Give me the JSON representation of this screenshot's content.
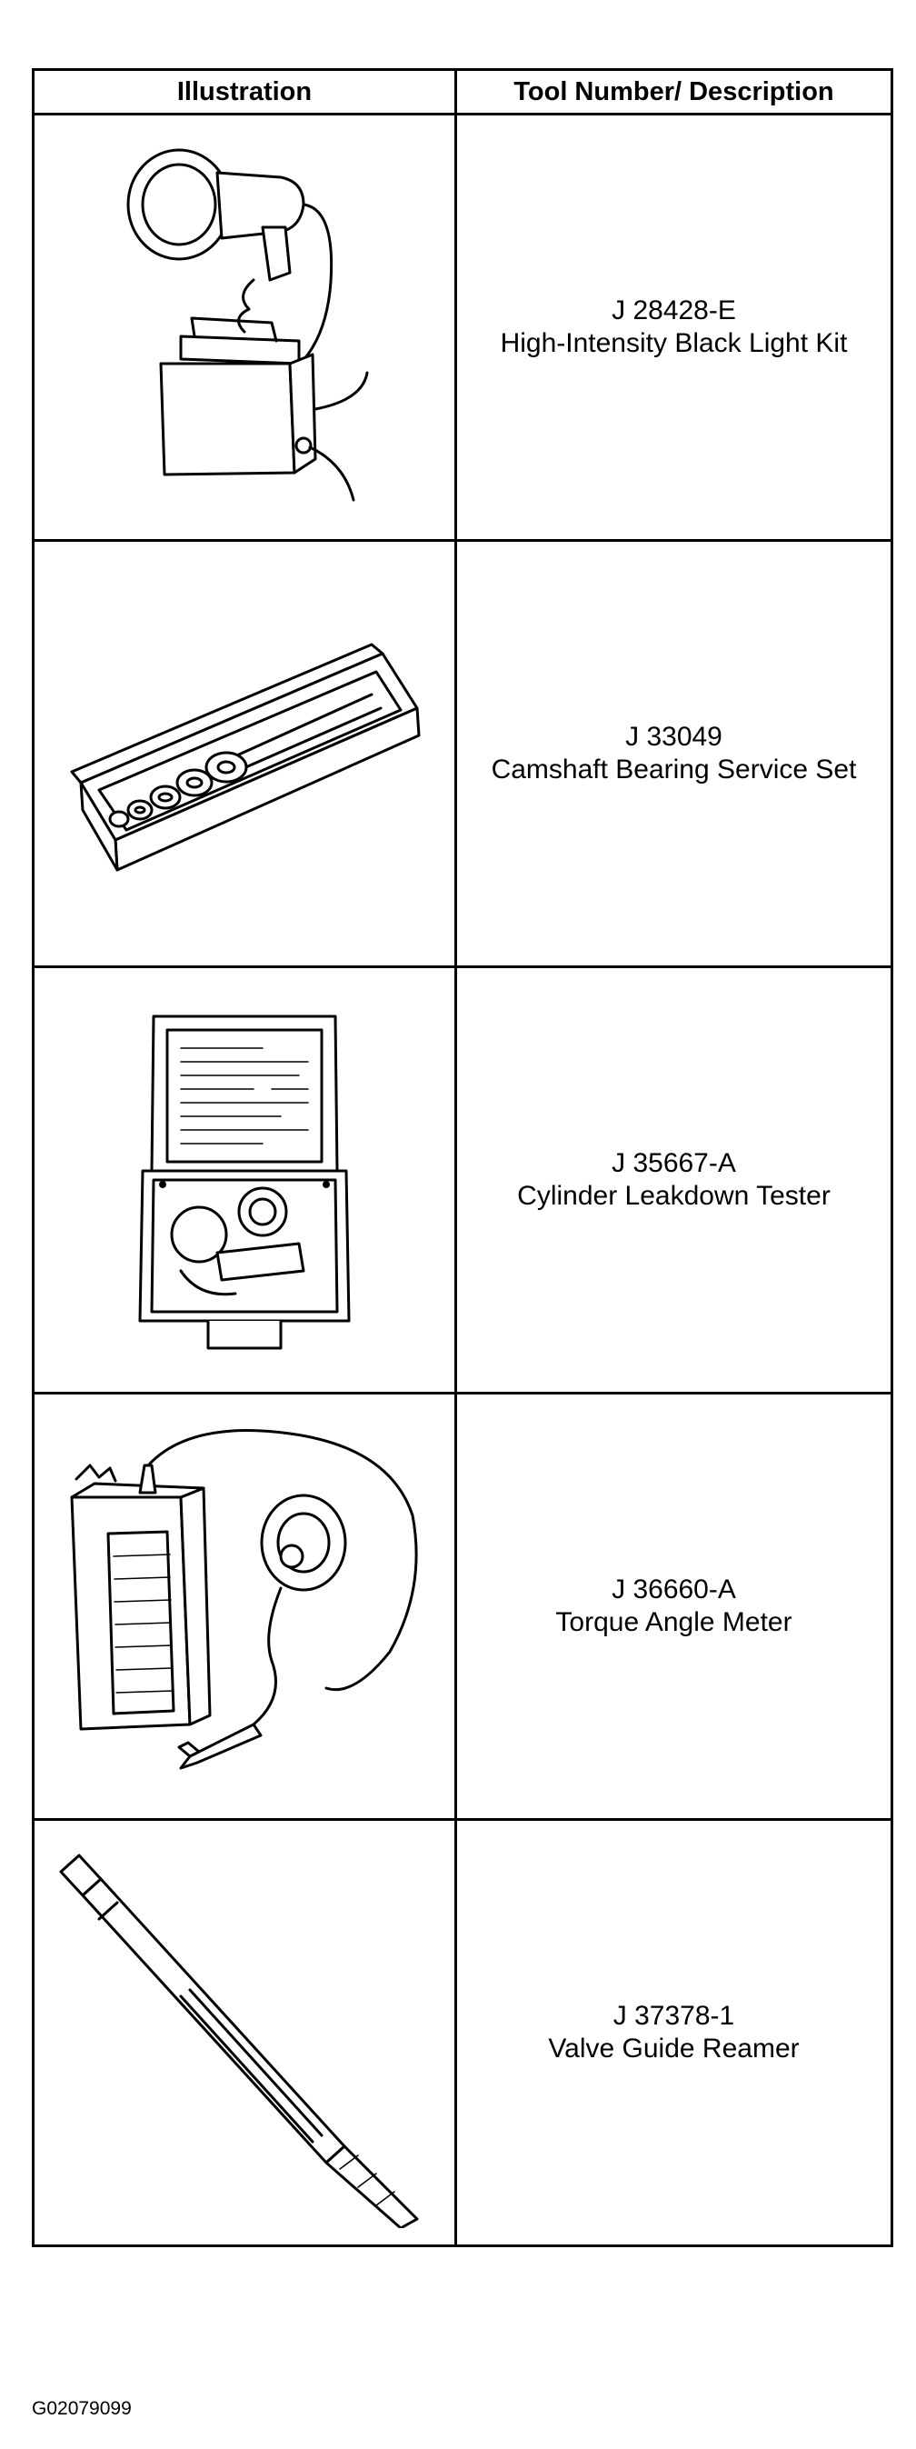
{
  "table": {
    "headers": {
      "illustration": "Illustration",
      "tool": "Tool Number/ Description"
    },
    "rows": [
      {
        "number": "J 28428-E",
        "description": "High-Intensity Black Light Kit",
        "icon": "black-light-kit-icon"
      },
      {
        "number": "J 33049",
        "description": "Camshaft Bearing Service Set",
        "icon": "camshaft-bearing-set-icon"
      },
      {
        "number": "J 35667-A",
        "description": "Cylinder Leakdown Tester",
        "icon": "leakdown-tester-icon"
      },
      {
        "number": "J 36660-A",
        "description": "Torque Angle Meter",
        "icon": "torque-angle-meter-icon"
      },
      {
        "number": "J 37378-1",
        "description": "Valve Guide Reamer",
        "icon": "valve-guide-reamer-icon"
      }
    ]
  },
  "figure_id": "G02079099"
}
